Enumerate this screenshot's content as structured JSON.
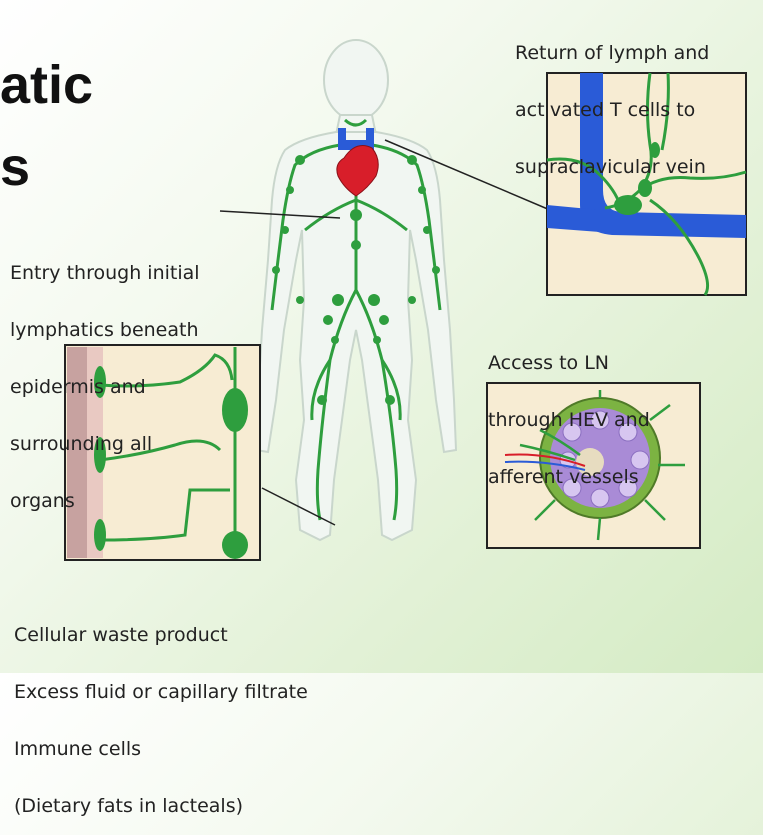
{
  "slide": {
    "title_line1": "atic",
    "title_line2": "s"
  },
  "labels": {
    "top_right": [
      "Return of lymph and",
      "activated T cells to",
      "supraclavicular vein"
    ],
    "left_entry": [
      "Entry through initial",
      "lymphatics beneath",
      "epidermis and",
      "surrounding all",
      "organs"
    ],
    "right_access": [
      "Access to LN",
      "through HEV and",
      "afferent vessels"
    ],
    "bottom_contents": [
      "Cellular waste product",
      "Excess fluid or capillary filtrate",
      "Immune cells",
      "(Dietary fats in lacteals)"
    ]
  },
  "colors": {
    "lymph_green": "#2e9e3e",
    "vein_blue": "#2a5bd7",
    "heart_red": "#d81e2a",
    "panel_bg": "#f7ecd3",
    "node_purple": "#a98bd6"
  }
}
